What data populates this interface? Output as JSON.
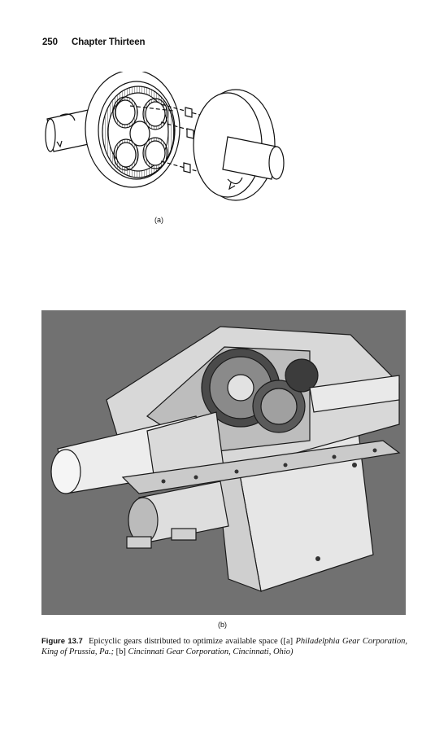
{
  "page": {
    "number": "250",
    "chapter": "Chapter Thirteen"
  },
  "figure": {
    "label_a": "(a)",
    "label_b": "(b)",
    "caption": {
      "number": "Figure 13.7",
      "text_1": "Epicyclic gears distributed to optimize available space ([a] ",
      "source_a": "Philadelphia Gear Corporation, King of Prussia, Pa.;",
      "text_2": " [b] ",
      "source_b": "Cincinnati Gear Corporation, Cincinnati, Ohio)"
    }
  }
}
